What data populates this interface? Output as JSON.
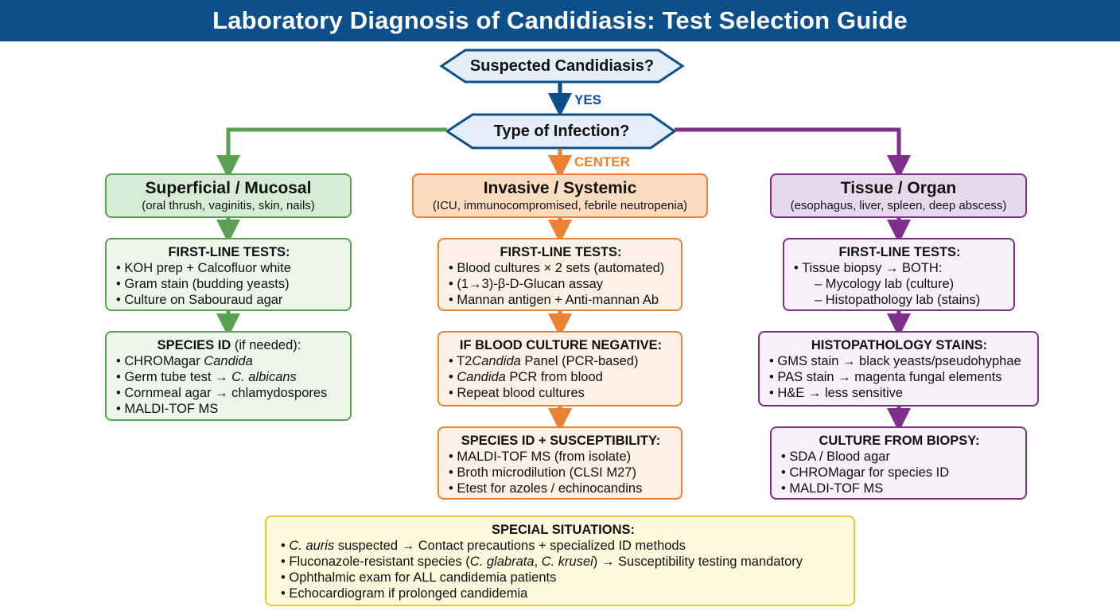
{
  "title": "Laboratory Diagnosis of Candidiasis: Test Selection Guide",
  "start": {
    "label": "Suspected Candidiasis?",
    "edge_label": "YES"
  },
  "decision": {
    "label": "Type of Infection?",
    "center_label": "CENTER"
  },
  "colors": {
    "header": "#0d4f8b",
    "green": "#5ba152",
    "orange": "#ea8232",
    "purple": "#7d2f8a",
    "yellow": "#e7c833",
    "blue": "#0d4f8b"
  },
  "columns": {
    "left": {
      "category": {
        "title": "Superficial / Mucosal",
        "subtitle": "(oral thrush, vaginitis, skin, nails)"
      },
      "first_line": {
        "heading": "FIRST-LINE TESTS:",
        "items": [
          "• KOH prep + Calcofluor white",
          "• Gram stain (budding yeasts)",
          "• Culture on Sabouraud agar"
        ]
      },
      "species": {
        "heading": "SPECIES ID",
        "heading_note": " (if needed):",
        "items": [
          {
            "pre": "• CHROMagar ",
            "em": "Candida",
            "post": ""
          },
          {
            "pre": "• Germ tube test → ",
            "em": "C. albicans",
            "post": ""
          },
          {
            "pre": "• Cornmeal agar → chlamydospores",
            "em": "",
            "post": ""
          },
          {
            "pre": "• MALDI-TOF MS",
            "em": "",
            "post": ""
          }
        ]
      }
    },
    "center": {
      "category": {
        "title": "Invasive / Systemic",
        "subtitle": "(ICU, immunocompromised, febrile neutropenia)"
      },
      "first_line": {
        "heading": "FIRST-LINE TESTS:",
        "items": [
          "• Blood cultures × 2 sets (automated)",
          "• (1→3)-β-D-Glucan assay",
          "• Mannan antigen + Anti-mannan Ab"
        ]
      },
      "negative": {
        "heading": "IF BLOOD CULTURE NEGATIVE:",
        "items": [
          {
            "pre": "• T2",
            "em": "Candida",
            "post": " Panel (PCR-based)"
          },
          {
            "pre": "• ",
            "em": "Candida",
            "post": " PCR from blood"
          },
          {
            "pre": "• Repeat blood cultures",
            "em": "",
            "post": ""
          }
        ]
      },
      "susceptibility": {
        "heading": "SPECIES ID + SUSCEPTIBILITY:",
        "items": [
          "• MALDI-TOF MS (from isolate)",
          "• Broth microdilution (CLSI M27)",
          "• Etest for azoles / echinocandins"
        ]
      }
    },
    "right": {
      "category": {
        "title": "Tissue / Organ",
        "subtitle": "(esophagus, liver, spleen, deep abscess)"
      },
      "first_line": {
        "heading": "FIRST-LINE TESTS:",
        "item": "• Tissue biopsy → BOTH:",
        "subitems": [
          "– Mycology lab (culture)",
          "– Histopathology lab (stains)"
        ]
      },
      "histo": {
        "heading": "HISTOPATHOLOGY STAINS:",
        "items": [
          "• GMS stain → black yeasts/pseudohyphae",
          "• PAS stain → magenta fungal elements",
          "• H&E → less sensitive"
        ]
      },
      "culture": {
        "heading": "CULTURE FROM BIOPSY:",
        "items": [
          "• SDA / Blood agar",
          "• CHROMagar for species ID",
          "• MALDI-TOF MS"
        ]
      }
    }
  },
  "special": {
    "heading": "SPECIAL SITUATIONS:",
    "items": [
      {
        "p1": "• ",
        "e1": "C. auris",
        "p2": " suspected → Contact precautions + specialized ID methods",
        "e2": "",
        "p3": "",
        "e3": "",
        "p4": ""
      },
      {
        "p1": "• Fluconazole-resistant species (",
        "e1": "C. glabrata",
        "p2": ", ",
        "e2": "C. krusei",
        "p3": ") → Susceptibility testing mandatory",
        "e3": "",
        "p4": ""
      },
      {
        "p1": "• Ophthalmic exam for ALL candidemia patients",
        "e1": "",
        "p2": "",
        "e2": "",
        "p3": "",
        "e3": "",
        "p4": ""
      },
      {
        "p1": "• Echocardiogram if prolonged candidemia",
        "e1": "",
        "p2": "",
        "e2": "",
        "p3": "",
        "e3": "",
        "p4": ""
      }
    ]
  }
}
